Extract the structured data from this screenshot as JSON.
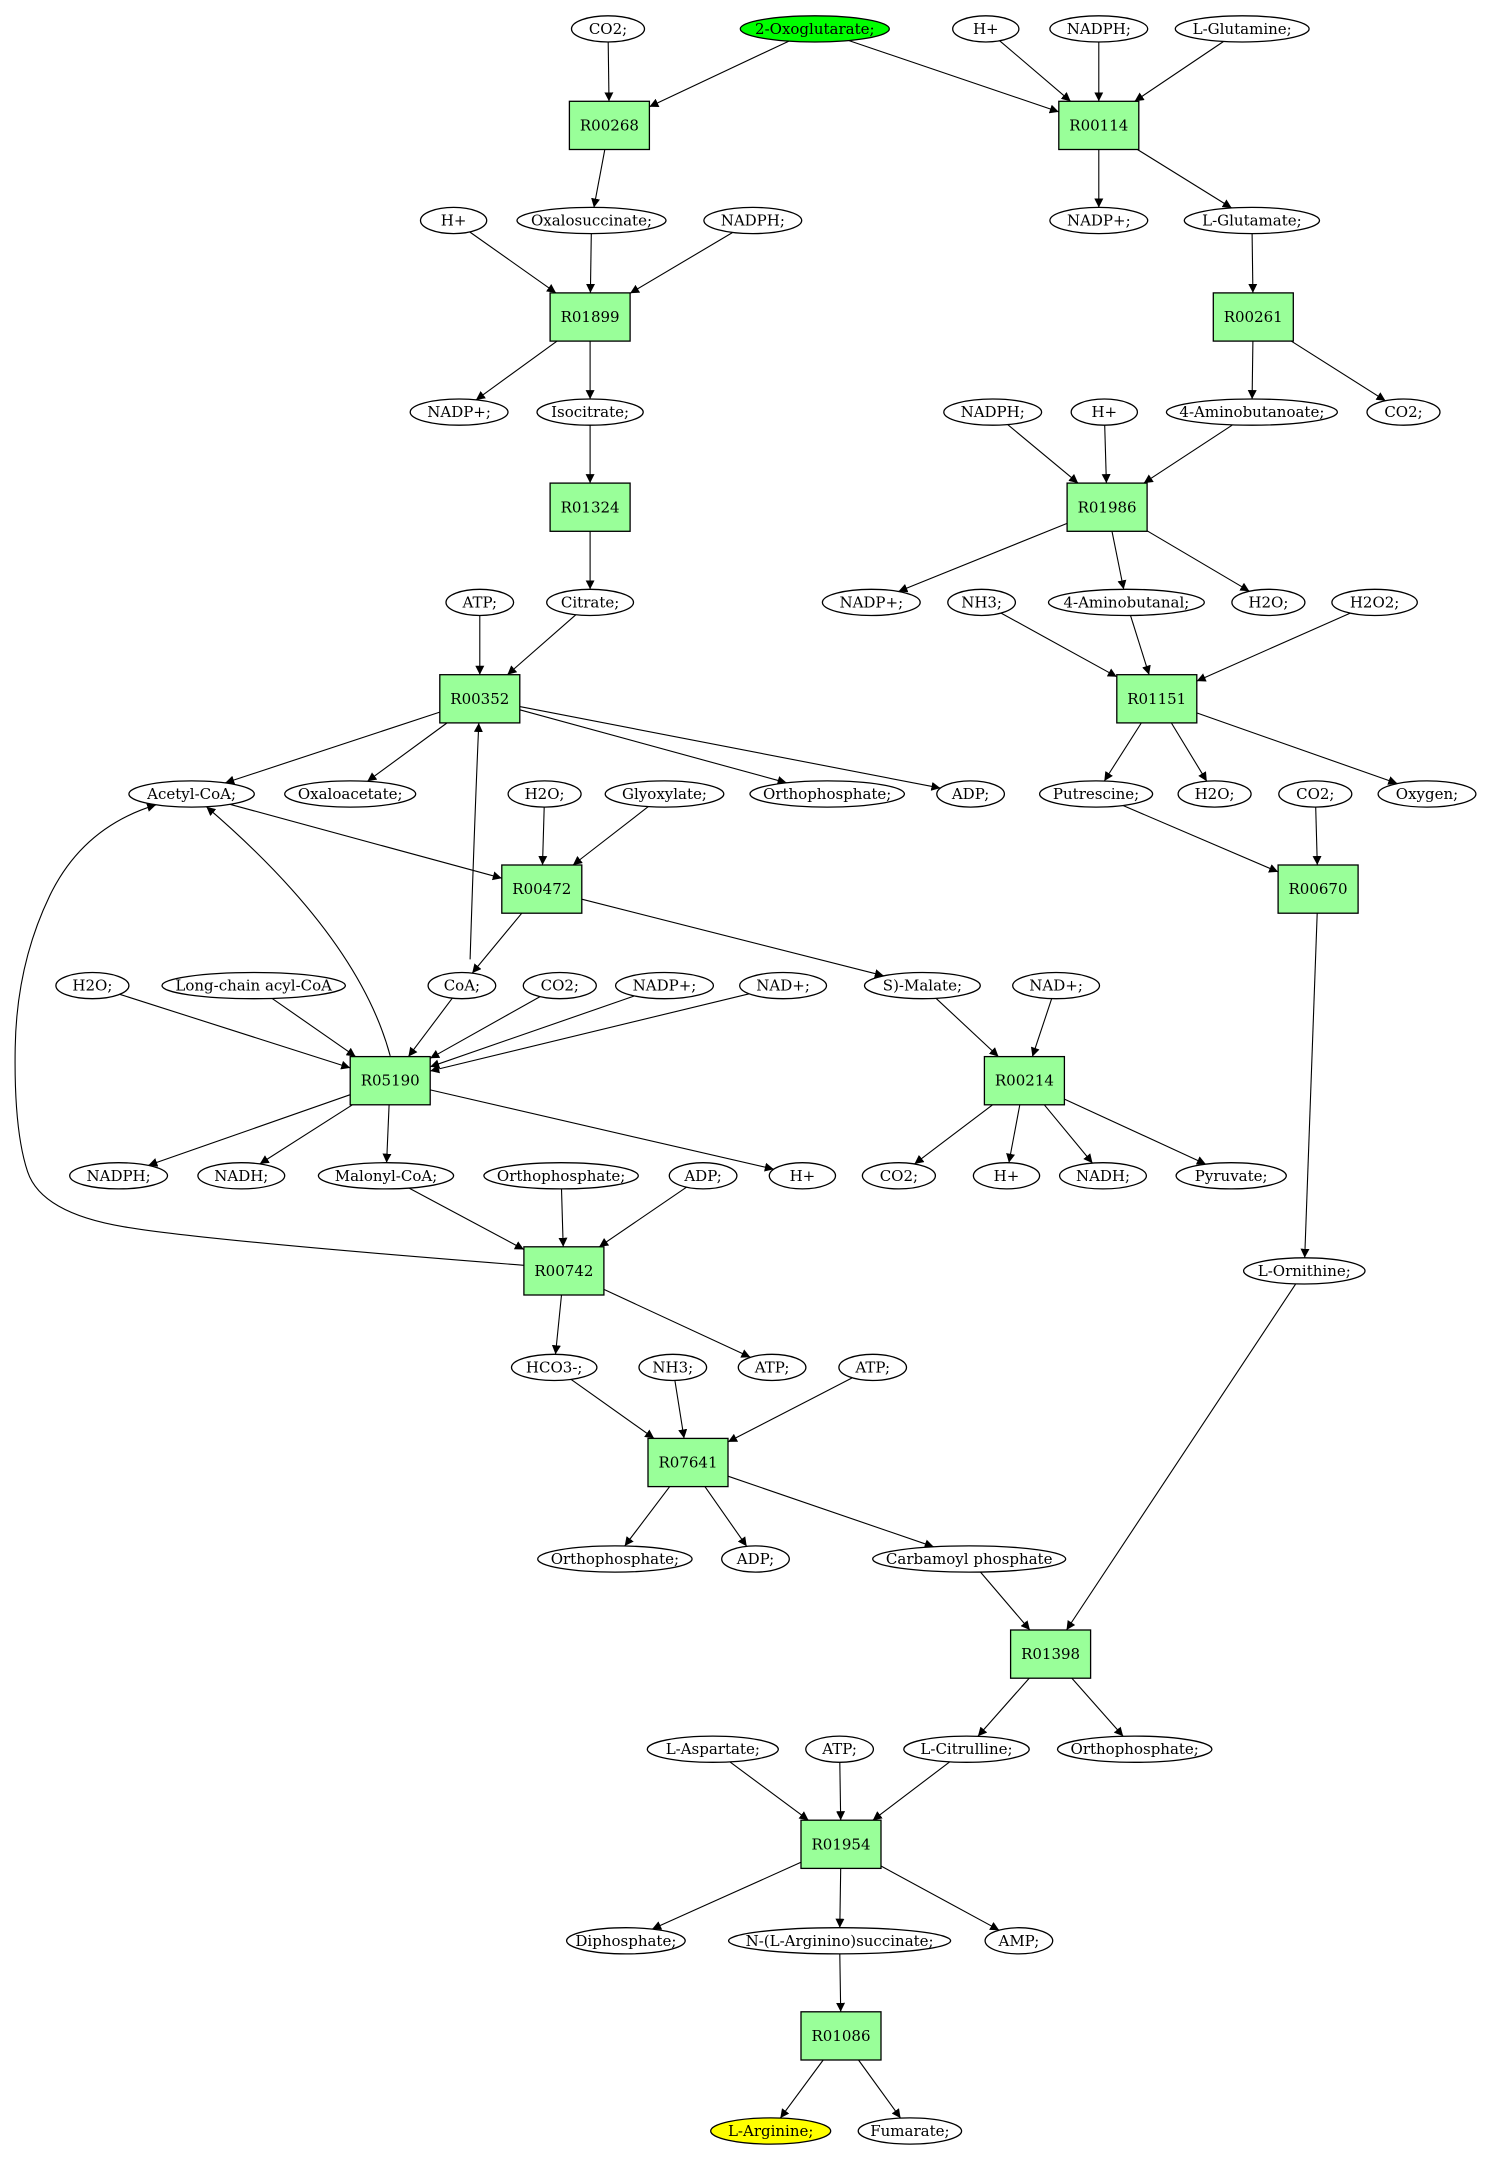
{
  "diagram": {
    "type": "metabolic-pathway-graph",
    "colors": {
      "reaction_fill": "#99ff99",
      "metabolite_fill": "#ffffff",
      "start_fill": "#00ff00",
      "target_fill": "#ffff00",
      "stroke": "#000000"
    },
    "nodes": [
      {
        "id": "m_co2_a",
        "label": "CO2;",
        "kind": "metabolite"
      },
      {
        "id": "m_oxoglutarate",
        "label": "2-Oxoglutarate;",
        "kind": "metabolite",
        "role": "start"
      },
      {
        "id": "m_hplus_a",
        "label": "H+",
        "kind": "metabolite"
      },
      {
        "id": "m_nadph_a",
        "label": "NADPH;",
        "kind": "metabolite"
      },
      {
        "id": "m_lglutamine",
        "label": "L-Glutamine;",
        "kind": "metabolite"
      },
      {
        "id": "r_R00268",
        "label": "R00268",
        "kind": "reaction"
      },
      {
        "id": "r_R00114",
        "label": "R00114",
        "kind": "reaction"
      },
      {
        "id": "m_hplus_b",
        "label": "H+",
        "kind": "metabolite"
      },
      {
        "id": "m_oxalosuccinate",
        "label": "Oxalosuccinate;",
        "kind": "metabolite"
      },
      {
        "id": "m_nadph_b",
        "label": "NADPH;",
        "kind": "metabolite"
      },
      {
        "id": "m_nadpplus_a",
        "label": "NADP+;",
        "kind": "metabolite"
      },
      {
        "id": "m_lglutamate",
        "label": "L-Glutamate;",
        "kind": "metabolite"
      },
      {
        "id": "r_R01899",
        "label": "R01899",
        "kind": "reaction"
      },
      {
        "id": "r_R00261",
        "label": "R00261",
        "kind": "reaction"
      },
      {
        "id": "m_nadpplus_b",
        "label": "NADP+;",
        "kind": "metabolite"
      },
      {
        "id": "m_isocitrate",
        "label": "Isocitrate;",
        "kind": "metabolite"
      },
      {
        "id": "m_nadph_c",
        "label": "NADPH;",
        "kind": "metabolite"
      },
      {
        "id": "m_hplus_c",
        "label": "H+",
        "kind": "metabolite"
      },
      {
        "id": "m_aminobutanoate",
        "label": "4-Aminobutanoate;",
        "kind": "metabolite"
      },
      {
        "id": "m_co2_b",
        "label": "CO2;",
        "kind": "metabolite"
      },
      {
        "id": "r_R01324",
        "label": "R01324",
        "kind": "reaction"
      },
      {
        "id": "r_R01986",
        "label": "R01986",
        "kind": "reaction"
      },
      {
        "id": "m_atp_a",
        "label": "ATP;",
        "kind": "metabolite"
      },
      {
        "id": "m_citrate",
        "label": "Citrate;",
        "kind": "metabolite"
      },
      {
        "id": "m_nadpplus_c",
        "label": "NADP+;",
        "kind": "metabolite"
      },
      {
        "id": "m_nh3_a",
        "label": "NH3;",
        "kind": "metabolite"
      },
      {
        "id": "m_aminobutanal",
        "label": "4-Aminobutanal;",
        "kind": "metabolite"
      },
      {
        "id": "m_h2o_a",
        "label": "H2O;",
        "kind": "metabolite"
      },
      {
        "id": "m_h2o2",
        "label": "H2O2;",
        "kind": "metabolite"
      },
      {
        "id": "r_R00352",
        "label": "R00352",
        "kind": "reaction"
      },
      {
        "id": "r_R01151",
        "label": "R01151",
        "kind": "reaction"
      },
      {
        "id": "m_acetylcoa",
        "label": "Acetyl-CoA;",
        "kind": "metabolite"
      },
      {
        "id": "m_oxaloacetate",
        "label": "Oxaloacetate;",
        "kind": "metabolite"
      },
      {
        "id": "m_h2o_b",
        "label": "H2O;",
        "kind": "metabolite"
      },
      {
        "id": "m_glyoxylate",
        "label": "Glyoxylate;",
        "kind": "metabolite"
      },
      {
        "id": "m_orthophosphate_a",
        "label": "Orthophosphate;",
        "kind": "metabolite"
      },
      {
        "id": "m_adp_a",
        "label": "ADP;",
        "kind": "metabolite"
      },
      {
        "id": "m_putrescine",
        "label": "Putrescine;",
        "kind": "metabolite"
      },
      {
        "id": "m_h2o_c",
        "label": "H2O;",
        "kind": "metabolite"
      },
      {
        "id": "m_co2_c",
        "label": "CO2;",
        "kind": "metabolite"
      },
      {
        "id": "m_oxygen",
        "label": "Oxygen;",
        "kind": "metabolite"
      },
      {
        "id": "r_R00472",
        "label": "R00472",
        "kind": "reaction"
      },
      {
        "id": "r_R00670",
        "label": "R00670",
        "kind": "reaction"
      },
      {
        "id": "m_h2o_d",
        "label": "H2O;",
        "kind": "metabolite"
      },
      {
        "id": "m_longchain",
        "label": "Long-chain acyl-CoA",
        "kind": "metabolite"
      },
      {
        "id": "m_coa",
        "label": "CoA;",
        "kind": "metabolite"
      },
      {
        "id": "m_co2_d",
        "label": "CO2;",
        "kind": "metabolite"
      },
      {
        "id": "m_nadpplus_d",
        "label": "NADP+;",
        "kind": "metabolite"
      },
      {
        "id": "m_nadplus_a",
        "label": "NAD+;",
        "kind": "metabolite"
      },
      {
        "id": "m_smalate",
        "label": "S)-Malate;",
        "kind": "metabolite"
      },
      {
        "id": "m_nadplus_b",
        "label": "NAD+;",
        "kind": "metabolite"
      },
      {
        "id": "r_R05190",
        "label": "R05190",
        "kind": "reaction"
      },
      {
        "id": "r_R00214",
        "label": "R00214",
        "kind": "reaction"
      },
      {
        "id": "m_nadph_d",
        "label": "NADPH;",
        "kind": "metabolite"
      },
      {
        "id": "m_nadh_a",
        "label": "NADH;",
        "kind": "metabolite"
      },
      {
        "id": "m_malonylcoa",
        "label": "Malonyl-CoA;",
        "kind": "metabolite"
      },
      {
        "id": "m_orthophosphate_b",
        "label": "Orthophosphate;",
        "kind": "metabolite"
      },
      {
        "id": "m_adp_b",
        "label": "ADP;",
        "kind": "metabolite"
      },
      {
        "id": "m_hplus_d",
        "label": "H+",
        "kind": "metabolite"
      },
      {
        "id": "m_co2_e",
        "label": "CO2;",
        "kind": "metabolite"
      },
      {
        "id": "m_hplus_e",
        "label": "H+",
        "kind": "metabolite"
      },
      {
        "id": "m_nadh_b",
        "label": "NADH;",
        "kind": "metabolite"
      },
      {
        "id": "m_pyruvate",
        "label": "Pyruvate;",
        "kind": "metabolite"
      },
      {
        "id": "r_R00742",
        "label": "R00742",
        "kind": "reaction"
      },
      {
        "id": "m_lornithine",
        "label": "L-Ornithine;",
        "kind": "metabolite"
      },
      {
        "id": "m_hco3",
        "label": "HCO3-;",
        "kind": "metabolite"
      },
      {
        "id": "m_nh3_b",
        "label": "NH3;",
        "kind": "metabolite"
      },
      {
        "id": "m_atp_b",
        "label": "ATP;",
        "kind": "metabolite"
      },
      {
        "id": "m_atp_c",
        "label": "ATP;",
        "kind": "metabolite"
      },
      {
        "id": "r_R07641",
        "label": "R07641",
        "kind": "reaction"
      },
      {
        "id": "m_orthophosphate_c",
        "label": "Orthophosphate;",
        "kind": "metabolite"
      },
      {
        "id": "m_adp_c",
        "label": "ADP;",
        "kind": "metabolite"
      },
      {
        "id": "m_carbamoyl",
        "label": "Carbamoyl phosphate",
        "kind": "metabolite"
      },
      {
        "id": "r_R01398",
        "label": "R01398",
        "kind": "reaction"
      },
      {
        "id": "m_laspartate",
        "label": "L-Aspartate;",
        "kind": "metabolite"
      },
      {
        "id": "m_atp_d",
        "label": "ATP;",
        "kind": "metabolite"
      },
      {
        "id": "m_lcitrulline",
        "label": "L-Citrulline;",
        "kind": "metabolite"
      },
      {
        "id": "m_orthophosphate_d",
        "label": "Orthophosphate;",
        "kind": "metabolite"
      },
      {
        "id": "r_R01954",
        "label": "R01954",
        "kind": "reaction"
      },
      {
        "id": "m_diphosphate",
        "label": "Diphosphate;",
        "kind": "metabolite"
      },
      {
        "id": "m_narginosuccinate",
        "label": "N-(L-Arginino)succinate;",
        "kind": "metabolite"
      },
      {
        "id": "m_amp",
        "label": "AMP;",
        "kind": "metabolite"
      },
      {
        "id": "r_R01086",
        "label": "R01086",
        "kind": "reaction"
      },
      {
        "id": "m_larginine",
        "label": "L-Arginine;",
        "kind": "metabolite",
        "role": "target"
      },
      {
        "id": "m_fumarate",
        "label": "Fumarate;",
        "kind": "metabolite"
      }
    ],
    "edges": [
      {
        "from": "m_co2_a",
        "to": "r_R00268"
      },
      {
        "from": "m_oxoglutarate",
        "to": "r_R00268"
      },
      {
        "from": "m_oxoglutarate",
        "to": "r_R00114"
      },
      {
        "from": "m_hplus_a",
        "to": "r_R00114"
      },
      {
        "from": "m_nadph_a",
        "to": "r_R00114"
      },
      {
        "from": "m_lglutamine",
        "to": "r_R00114"
      },
      {
        "from": "r_R00268",
        "to": "m_oxalosuccinate"
      },
      {
        "from": "r_R00114",
        "to": "m_nadpplus_a"
      },
      {
        "from": "r_R00114",
        "to": "m_lglutamate"
      },
      {
        "from": "m_hplus_b",
        "to": "r_R01899"
      },
      {
        "from": "m_oxalosuccinate",
        "to": "r_R01899"
      },
      {
        "from": "m_nadph_b",
        "to": "r_R01899"
      },
      {
        "from": "m_lglutamate",
        "to": "r_R00261"
      },
      {
        "from": "r_R01899",
        "to": "m_nadpplus_b"
      },
      {
        "from": "r_R01899",
        "to": "m_isocitrate"
      },
      {
        "from": "r_R00261",
        "to": "m_aminobutanoate"
      },
      {
        "from": "r_R00261",
        "to": "m_co2_b"
      },
      {
        "from": "m_isocitrate",
        "to": "r_R01324"
      },
      {
        "from": "m_nadph_c",
        "to": "r_R01986"
      },
      {
        "from": "m_hplus_c",
        "to": "r_R01986"
      },
      {
        "from": "m_aminobutanoate",
        "to": "r_R01986"
      },
      {
        "from": "r_R01324",
        "to": "m_citrate"
      },
      {
        "from": "r_R01986",
        "to": "m_nadpplus_c"
      },
      {
        "from": "r_R01986",
        "to": "m_aminobutanal"
      },
      {
        "from": "r_R01986",
        "to": "m_h2o_a"
      },
      {
        "from": "m_atp_a",
        "to": "r_R00352"
      },
      {
        "from": "m_citrate",
        "to": "r_R00352"
      },
      {
        "from": "m_nh3_a",
        "to": "r_R01151"
      },
      {
        "from": "m_aminobutanal",
        "to": "r_R01151"
      },
      {
        "from": "m_h2o2",
        "to": "r_R01151"
      },
      {
        "from": "r_R00352",
        "to": "m_acetylcoa"
      },
      {
        "from": "r_R00352",
        "to": "m_oxaloacetate"
      },
      {
        "from": "r_R00352",
        "to": "m_orthophosphate_a"
      },
      {
        "from": "r_R00352",
        "to": "m_adp_a"
      },
      {
        "from": "r_R01151",
        "to": "m_putrescine"
      },
      {
        "from": "r_R01151",
        "to": "m_h2o_c"
      },
      {
        "from": "r_R01151",
        "to": "m_oxygen"
      },
      {
        "from": "m_acetylcoa",
        "to": "r_R00472"
      },
      {
        "from": "m_h2o_b",
        "to": "r_R00472"
      },
      {
        "from": "m_glyoxylate",
        "to": "r_R00472"
      },
      {
        "from": "m_putrescine",
        "to": "r_R00670"
      },
      {
        "from": "m_co2_c",
        "to": "r_R00670"
      },
      {
        "from": "r_R00472",
        "to": "m_coa"
      },
      {
        "from": "r_R00472",
        "to": "m_smalate"
      },
      {
        "from": "m_coa",
        "to": "r_R00352"
      },
      {
        "from": "m_h2o_d",
        "to": "r_R05190"
      },
      {
        "from": "m_longchain",
        "to": "r_R05190"
      },
      {
        "from": "m_coa",
        "to": "r_R05190"
      },
      {
        "from": "m_co2_d",
        "to": "r_R05190"
      },
      {
        "from": "m_nadpplus_d",
        "to": "r_R05190"
      },
      {
        "from": "m_nadplus_a",
        "to": "r_R05190"
      },
      {
        "from": "r_R05190",
        "to": "m_acetylcoa"
      },
      {
        "from": "m_smalate",
        "to": "r_R00214"
      },
      {
        "from": "m_nadplus_b",
        "to": "r_R00214"
      },
      {
        "from": "r_R05190",
        "to": "m_nadph_d"
      },
      {
        "from": "r_R05190",
        "to": "m_nadh_a"
      },
      {
        "from": "r_R05190",
        "to": "m_malonylcoa"
      },
      {
        "from": "r_R05190",
        "to": "m_hplus_d"
      },
      {
        "from": "r_R00214",
        "to": "m_co2_e"
      },
      {
        "from": "r_R00214",
        "to": "m_hplus_e"
      },
      {
        "from": "r_R00214",
        "to": "m_nadh_b"
      },
      {
        "from": "r_R00214",
        "to": "m_pyruvate"
      },
      {
        "from": "m_malonylcoa",
        "to": "r_R00742"
      },
      {
        "from": "m_orthophosphate_b",
        "to": "r_R00742"
      },
      {
        "from": "m_adp_b",
        "to": "r_R00742"
      },
      {
        "from": "r_R00742",
        "to": "m_acetylcoa"
      },
      {
        "from": "r_R00670",
        "to": "m_lornithine"
      },
      {
        "from": "r_R00742",
        "to": "m_hco3"
      },
      {
        "from": "r_R00742",
        "to": "m_atp_b"
      },
      {
        "from": "m_hco3",
        "to": "r_R07641"
      },
      {
        "from": "m_nh3_b",
        "to": "r_R07641"
      },
      {
        "from": "m_atp_c",
        "to": "r_R07641"
      },
      {
        "from": "r_R07641",
        "to": "m_orthophosphate_c"
      },
      {
        "from": "r_R07641",
        "to": "m_adp_c"
      },
      {
        "from": "r_R07641",
        "to": "m_carbamoyl"
      },
      {
        "from": "m_carbamoyl",
        "to": "r_R01398"
      },
      {
        "from": "m_lornithine",
        "to": "r_R01398"
      },
      {
        "from": "r_R01398",
        "to": "m_lcitrulline"
      },
      {
        "from": "r_R01398",
        "to": "m_orthophosphate_d"
      },
      {
        "from": "m_laspartate",
        "to": "r_R01954"
      },
      {
        "from": "m_atp_d",
        "to": "r_R01954"
      },
      {
        "from": "m_lcitrulline",
        "to": "r_R01954"
      },
      {
        "from": "r_R01954",
        "to": "m_diphosphate"
      },
      {
        "from": "r_R01954",
        "to": "m_narginosuccinate"
      },
      {
        "from": "r_R01954",
        "to": "m_amp"
      },
      {
        "from": "m_narginosuccinate",
        "to": "r_R01086"
      },
      {
        "from": "r_R01086",
        "to": "m_larginine"
      },
      {
        "from": "r_R01086",
        "to": "m_fumarate"
      }
    ]
  }
}
